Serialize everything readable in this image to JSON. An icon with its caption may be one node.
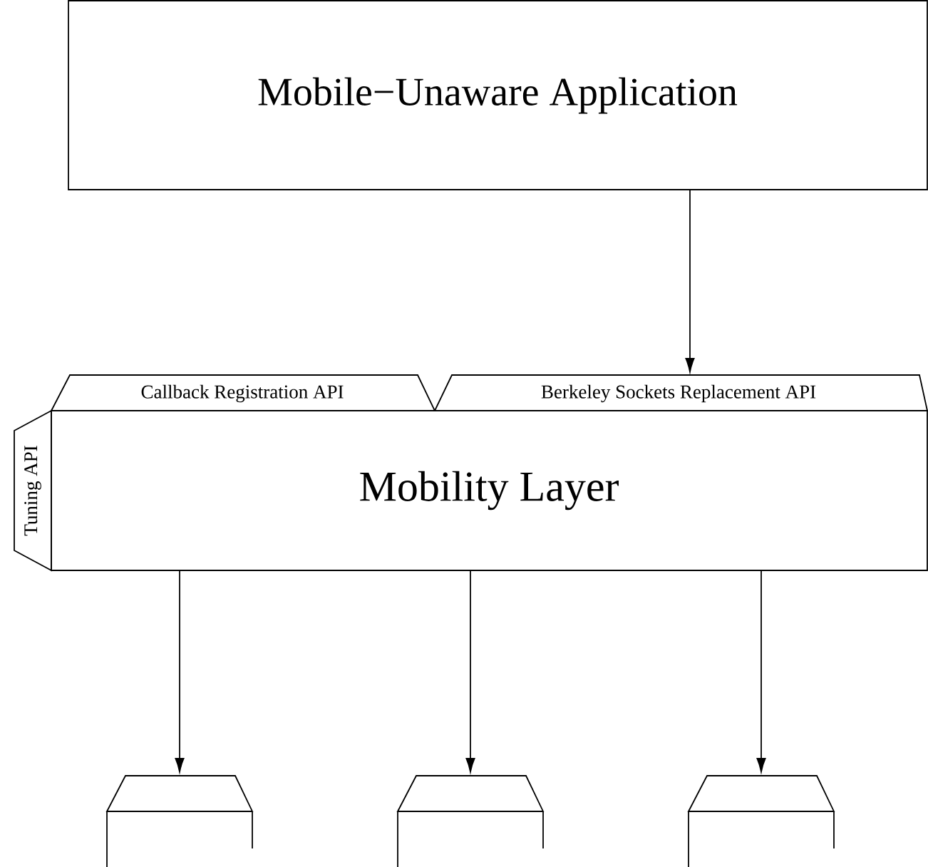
{
  "diagram": {
    "nodes": [
      {
        "text": [
          "Mobile−Unaware Application"
        ]
      },
      {
        "text": [
          "Mobility Layer"
        ]
      },
      {
        "text": [
          "Callback Registration API"
        ]
      },
      {
        "text": [
          "Berkeley Sockets Replacement API"
        ]
      },
      {
        "text": [
          "Tuning API"
        ]
      },
      {
        "text": [],
        "shape": "box"
      },
      {
        "text": [],
        "shape": "box"
      },
      {
        "text": [],
        "shape": "box"
      }
    ],
    "edges": [
      {
        "from": 0,
        "to": 3,
        "arrow": "to"
      },
      {
        "from": 1,
        "to": 5,
        "arrow": "to"
      },
      {
        "from": 1,
        "to": 6,
        "arrow": "to"
      },
      {
        "from": 1,
        "to": 7,
        "arrow": "to"
      }
    ]
  }
}
